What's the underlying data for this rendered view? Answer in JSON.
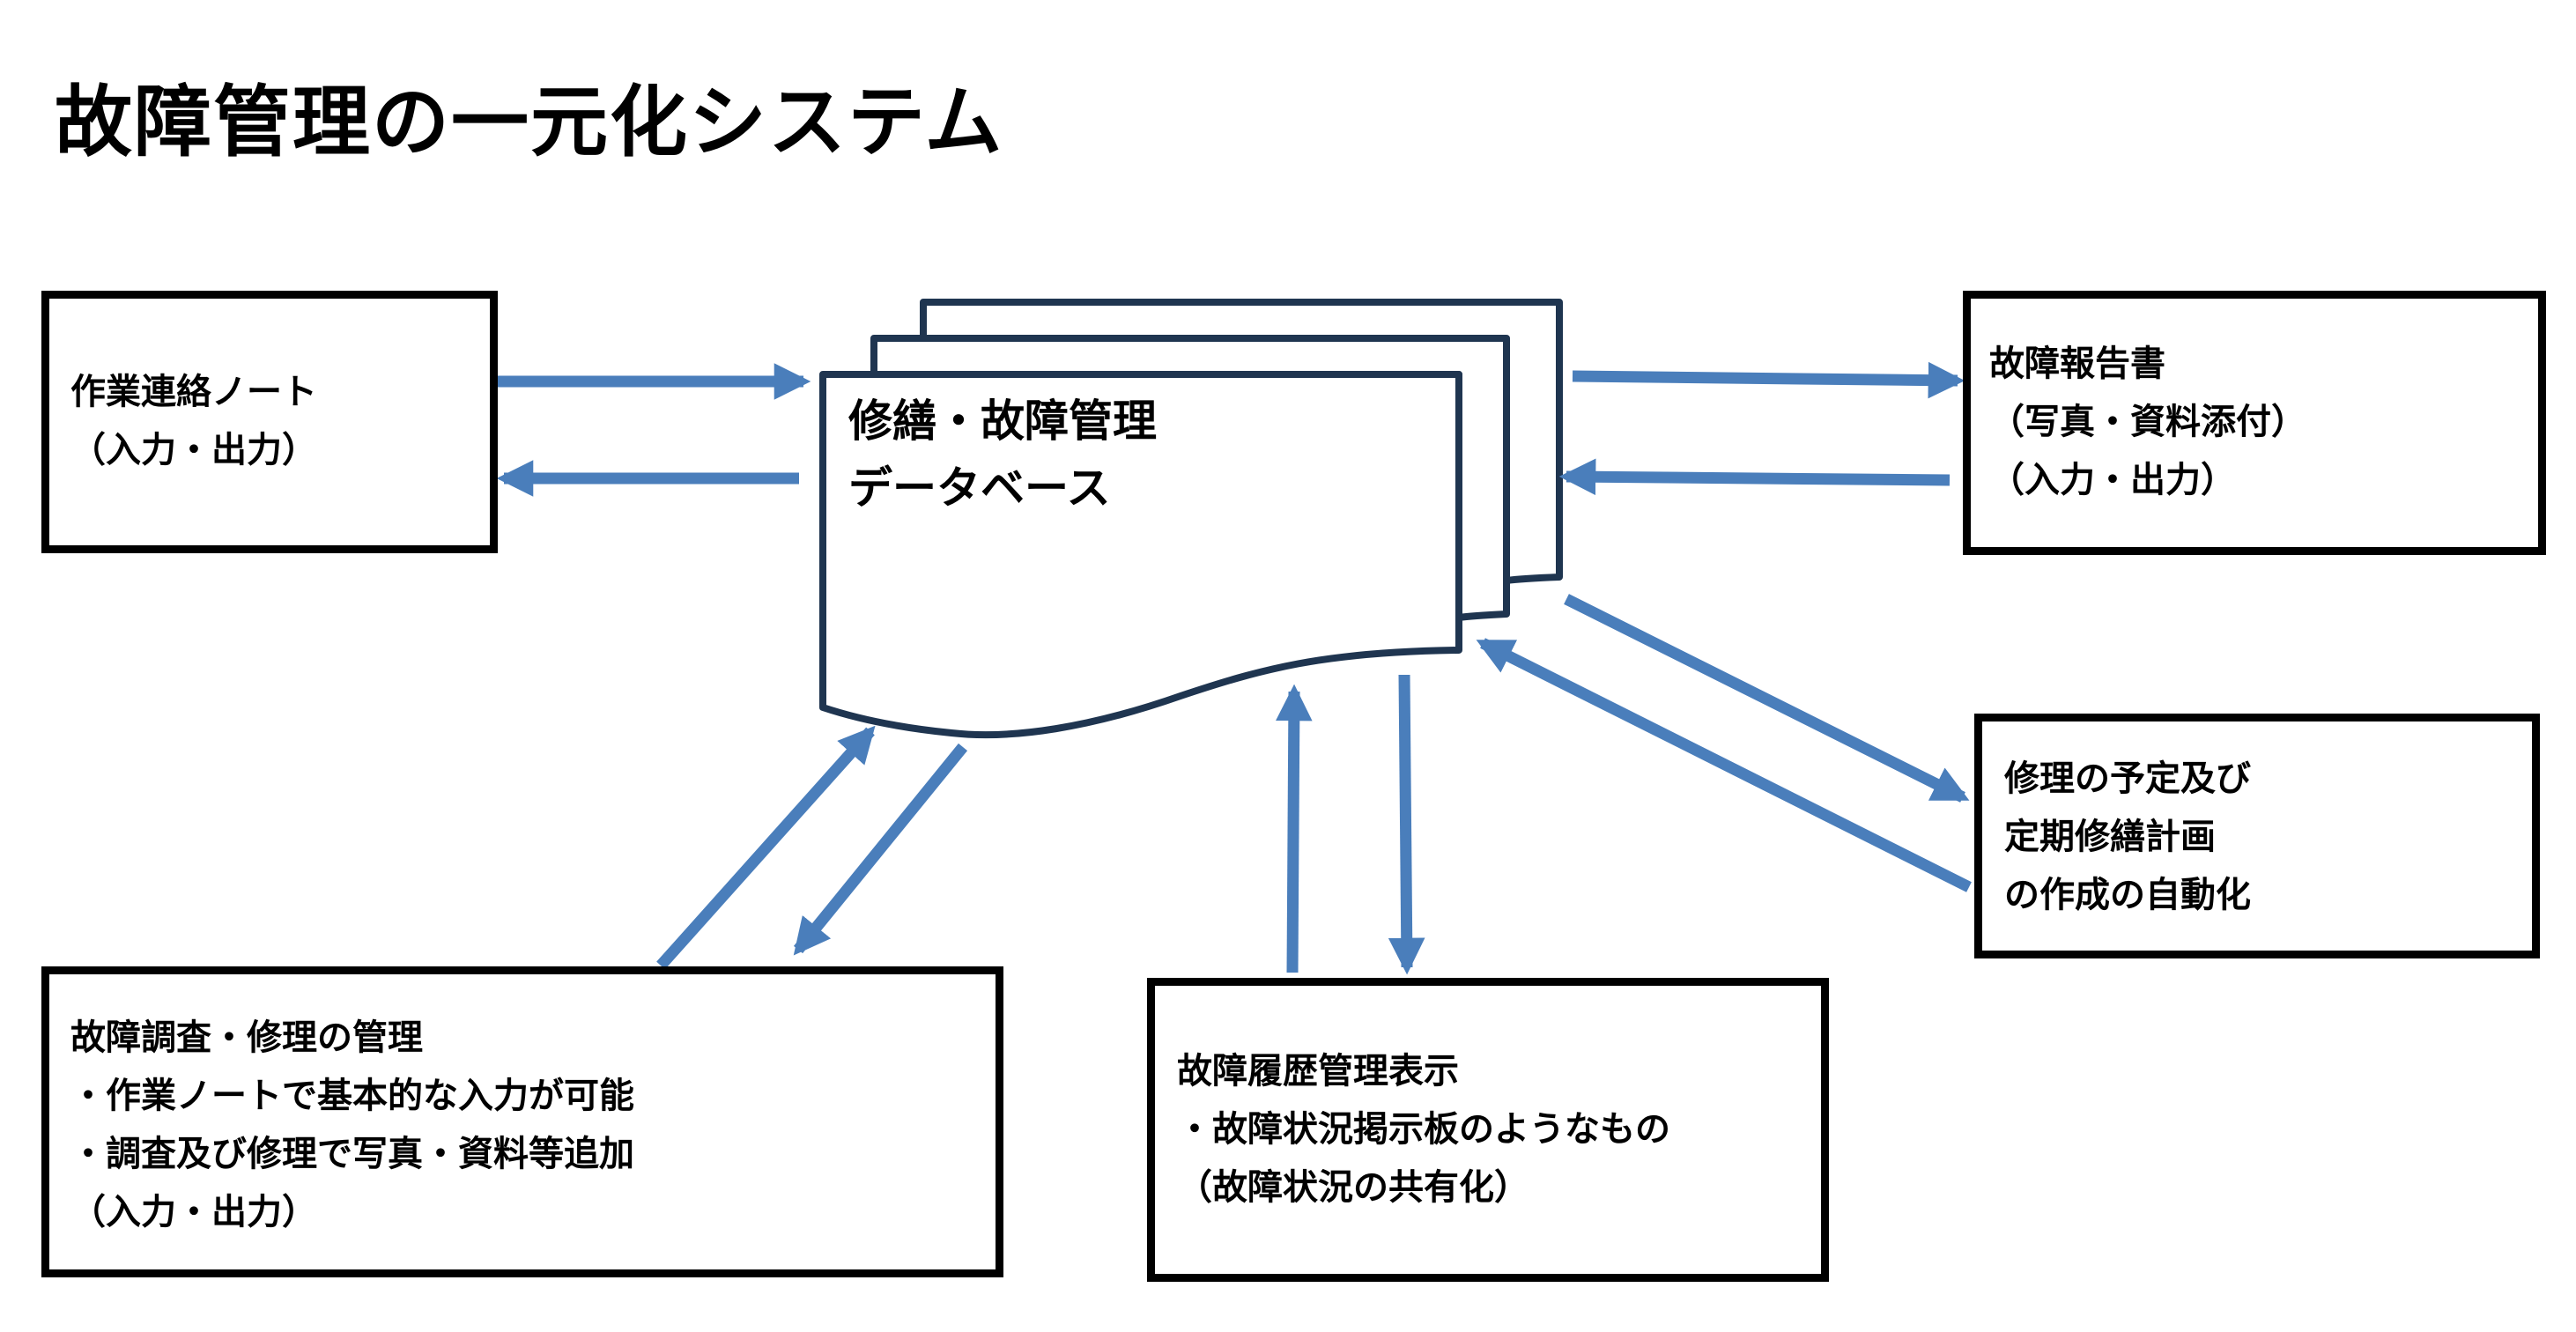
{
  "title": "故障管理の一元化システム",
  "colors": {
    "arrow": "#4a7ebb",
    "database_stroke": "#1f3550",
    "box_stroke": "#000000",
    "background": "#ffffff"
  },
  "database": {
    "lines": [
      "修繕・故障管理",
      "データベース"
    ],
    "shape": "multi-document"
  },
  "nodes": {
    "work_note": {
      "lines": [
        "作業連絡ノート",
        "（入力・出力）"
      ]
    },
    "fault_report": {
      "lines": [
        "故障報告書",
        "（写真・資料添付）",
        "（入力・出力）"
      ]
    },
    "repair_schedule": {
      "lines": [
        "修理の予定及び",
        "定期修繕計画",
        "の作成の自動化"
      ]
    },
    "investigation": {
      "lines": [
        "故障調査・修理の管理",
        "・作業ノートで基本的な入力が可能",
        "・調査及び修理で写真・資料等追加",
        "（入力・出力）"
      ]
    },
    "history": {
      "lines": [
        "故障履歴管理表示",
        "・故障状況掲示板のようなもの",
        "（故障状況の共有化）"
      ]
    }
  },
  "connections": [
    {
      "from": "work_note",
      "to": "database"
    },
    {
      "from": "database",
      "to": "work_note"
    },
    {
      "from": "database",
      "to": "fault_report"
    },
    {
      "from": "fault_report",
      "to": "database"
    },
    {
      "from": "database",
      "to": "repair_schedule"
    },
    {
      "from": "repair_schedule",
      "to": "database"
    },
    {
      "from": "investigation",
      "to": "database"
    },
    {
      "from": "database",
      "to": "investigation"
    },
    {
      "from": "history",
      "to": "database"
    },
    {
      "from": "database",
      "to": "history"
    }
  ]
}
